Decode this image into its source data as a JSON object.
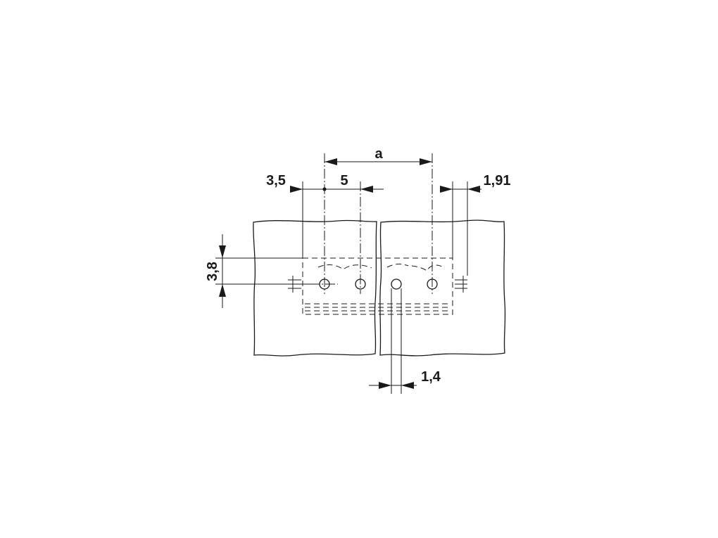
{
  "dimensions": {
    "pitch_total": "a",
    "edge_offset": "3,5",
    "pitch": "5",
    "end_offset": "1,91",
    "row_offset": "3,8",
    "hole_diameter": "1,4"
  },
  "colors": {
    "line": "#1a1a1a",
    "background": "#ffffff"
  }
}
